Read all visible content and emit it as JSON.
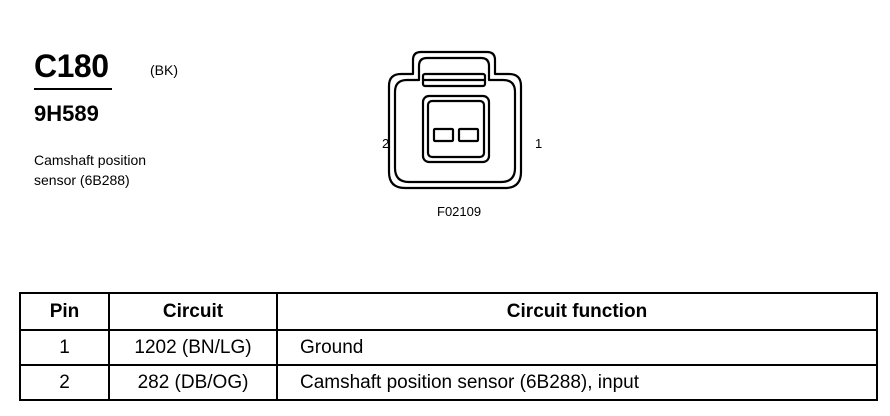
{
  "connector": {
    "id": "C180",
    "color": "(BK)",
    "part_number": "9H589",
    "description_line1": "Camshaft position",
    "description_line2": "sensor (6B288)"
  },
  "figure": {
    "pin_left": "2",
    "pin_right": "1",
    "code": "F02109"
  },
  "table": {
    "headers": [
      "Pin",
      "Circuit",
      "Circuit function"
    ],
    "rows": [
      [
        "1",
        "1202 (BN/LG)",
        "Ground"
      ],
      [
        "2",
        "282 (DB/OG)",
        "Camshaft position sensor (6B288), input"
      ]
    ]
  }
}
